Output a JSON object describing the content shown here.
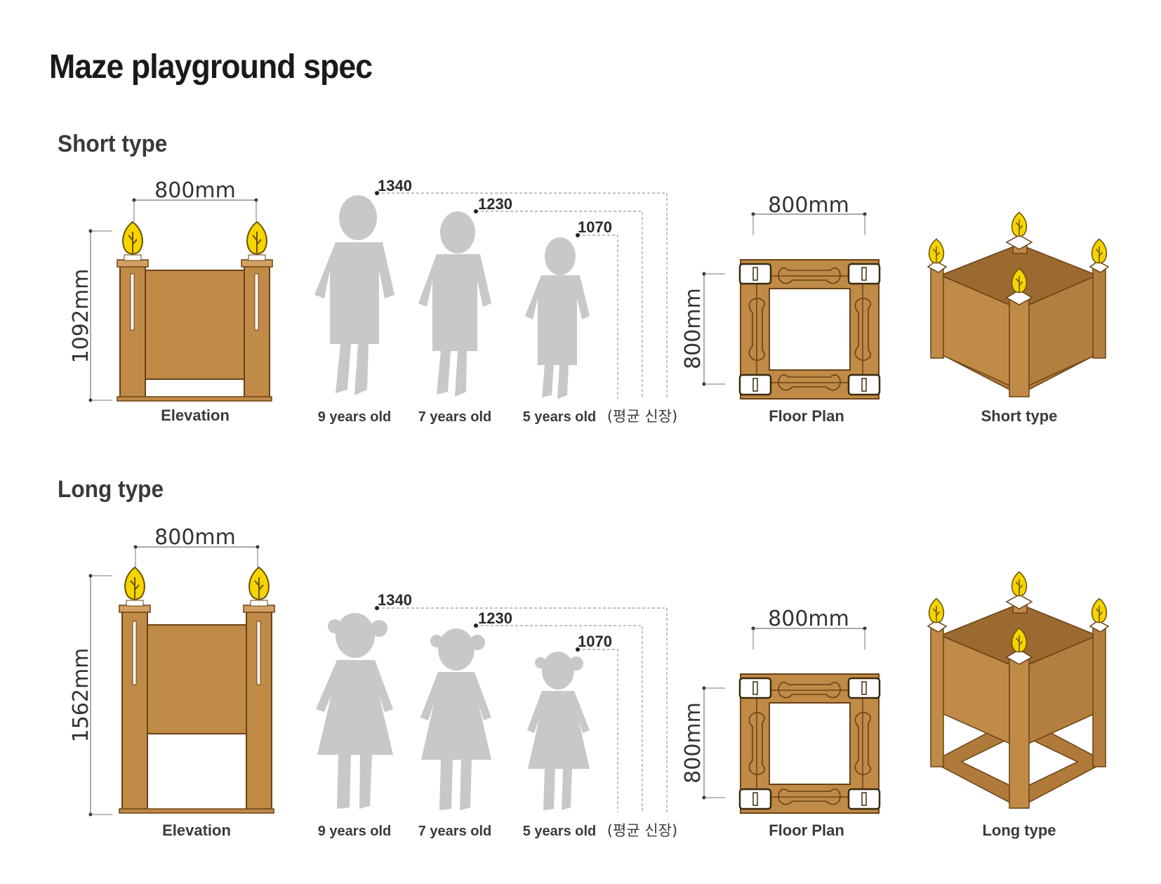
{
  "title": "Maze playground spec",
  "colors": {
    "wood": "#c08a47",
    "wood_dark": "#8a5a22",
    "wood_light": "#d2a062",
    "leaf": "#f5d400",
    "silhouette": "#c8c8c8"
  },
  "sections": [
    {
      "heading": "Short type",
      "elevation": {
        "width_label": "800mm",
        "height_label": "1092mm",
        "caption": "Elevation"
      },
      "children": [
        {
          "age": "9 years old",
          "height": 1340,
          "height_label": "1340"
        },
        {
          "age": "7 years old",
          "height": 1230,
          "height_label": "1230"
        },
        {
          "age": "5 years old",
          "height": 1070,
          "height_label": "1070"
        }
      ],
      "note": "(평균 신장)",
      "floor_plan": {
        "width_label": "800mm",
        "depth_label": "800mm",
        "caption": "Floor Plan"
      },
      "perspective_caption": "Short type"
    },
    {
      "heading": "Long type",
      "elevation": {
        "width_label": "800mm",
        "height_label": "1562mm",
        "caption": "Elevation"
      },
      "children": [
        {
          "age": "9 years old",
          "height": 1340,
          "height_label": "1340"
        },
        {
          "age": "7 years old",
          "height": 1230,
          "height_label": "1230"
        },
        {
          "age": "5 years old",
          "height": 1070,
          "height_label": "1070"
        }
      ],
      "note": "(평균 신장)",
      "floor_plan": {
        "width_label": "800mm",
        "depth_label": "800mm",
        "caption": "Floor Plan"
      },
      "perspective_caption": "Long type"
    }
  ]
}
